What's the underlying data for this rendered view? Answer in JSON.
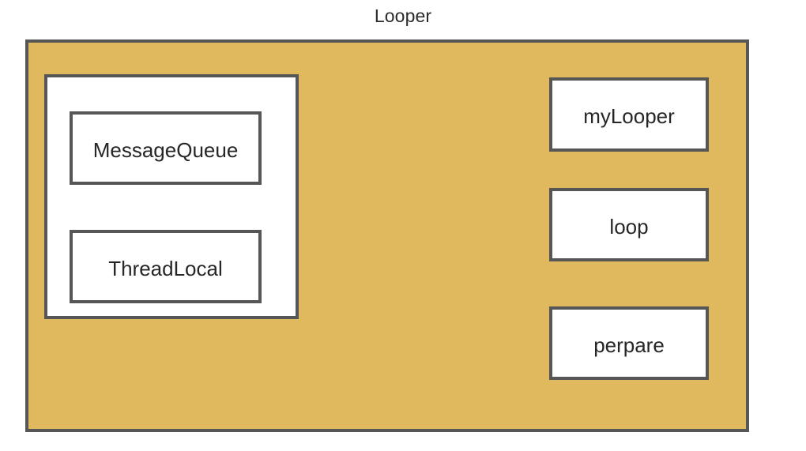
{
  "diagram": {
    "title": "Looper",
    "type": "class-block-diagram",
    "colors": {
      "container_fill": "#e0b85e",
      "node_fill": "#ffffff",
      "border": "#565656",
      "text": "#262626",
      "title_text": "#2b2b2b",
      "page_background": "#ffffff"
    },
    "container": {
      "name": "Looper",
      "label": "Looper"
    },
    "inner_group": {
      "label": "",
      "members": [
        {
          "label": "MessageQueue"
        },
        {
          "label": "ThreadLocal"
        }
      ]
    },
    "methods": [
      {
        "label": "myLooper"
      },
      {
        "label": "loop"
      },
      {
        "label": "perpare"
      }
    ]
  }
}
